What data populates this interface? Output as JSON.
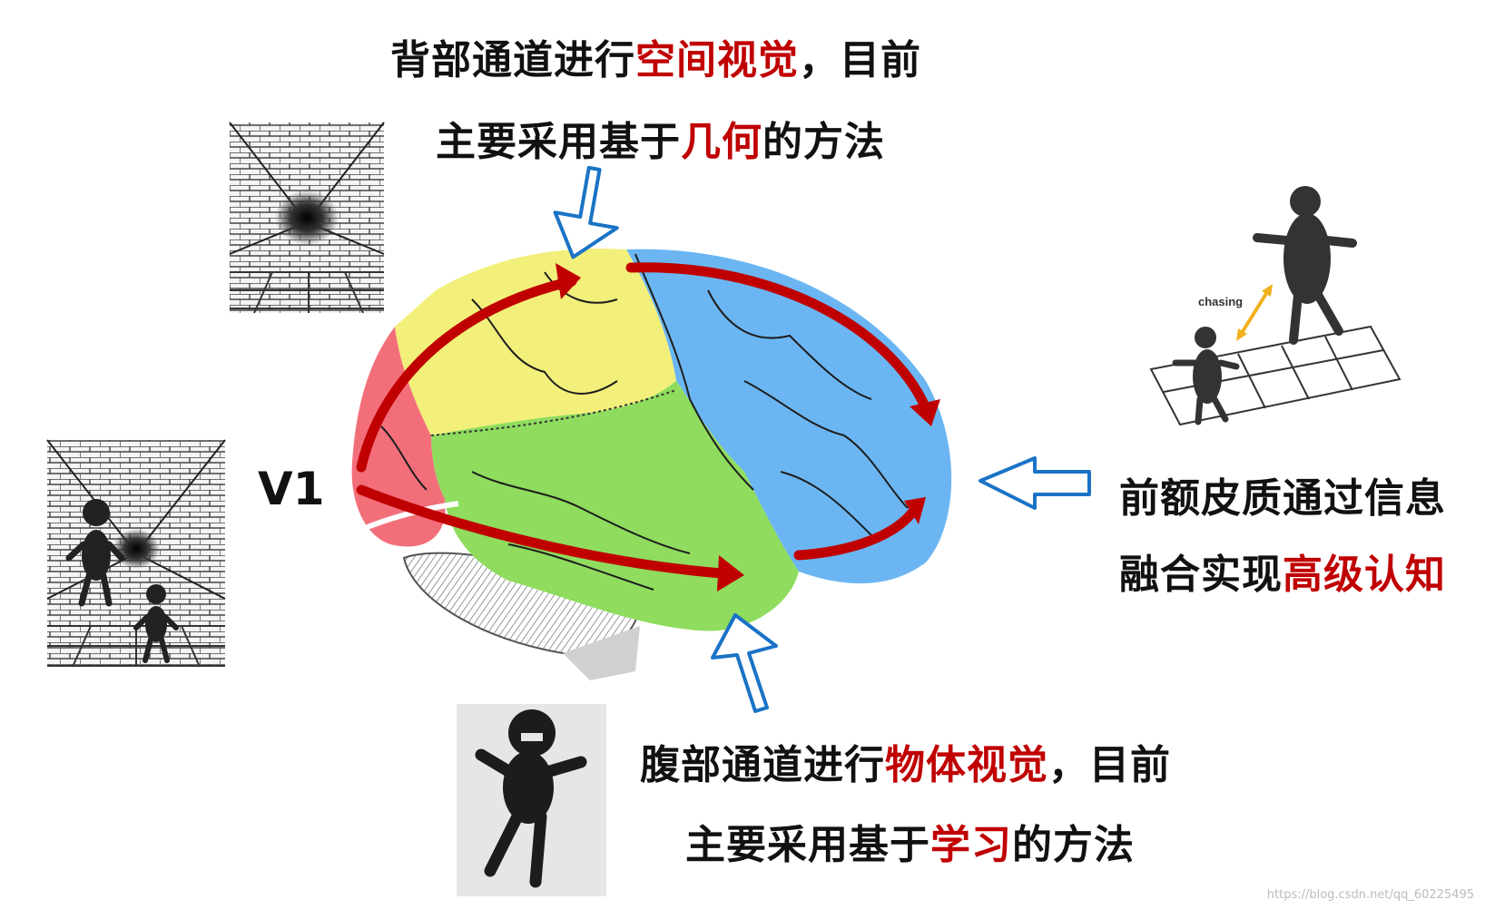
{
  "dorsal_caption": {
    "line1_prefix": "背部通道进行",
    "line1_highlight": "空间视觉",
    "line1_suffix": "，目前",
    "line2_prefix": "主要采用基于",
    "line2_highlight": "几何",
    "line2_suffix": "的方法"
  },
  "ventral_caption": {
    "line1_prefix": "腹部通道进行",
    "line1_highlight": "物体视觉",
    "line1_suffix": "，目前",
    "line2_prefix": "主要采用基于",
    "line2_highlight": "学习",
    "line2_suffix": "的方法"
  },
  "frontal_caption": {
    "line1": "前额皮质通过信息",
    "line2_prefix": "融合实现",
    "line2_highlight": "高级认知"
  },
  "v1_label": "V1",
  "chasing_label": "chasing",
  "watermark": "https://blog.csdn.net/qq_60225495",
  "colors": {
    "highlight": "#c00000",
    "occipital": "#f26f7a",
    "parietal": "#f2f07a",
    "temporal": "#8fdc5e",
    "frontal": "#6bb6f2",
    "pathway_arrow": "#c00000",
    "hint_arrow": "#1a73c6",
    "chase_arrow": "#f2b01e"
  }
}
